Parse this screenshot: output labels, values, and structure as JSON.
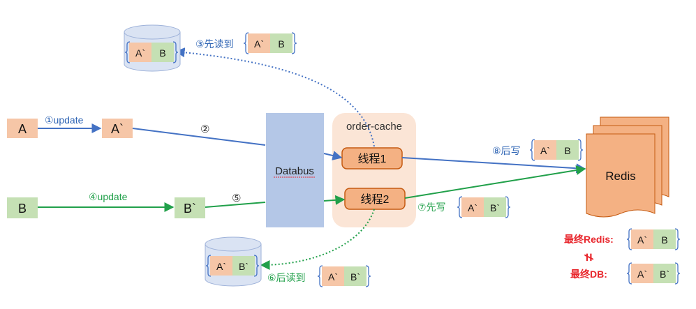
{
  "colors": {
    "blue": "#4472c4",
    "green": "#21a04a",
    "red": "#e8262c",
    "orange_fill": "#f6c6a7",
    "green_fill": "#c5e0b4",
    "databus_fill": "#b4c7e7",
    "order_cache_fill": "#fbe5d6",
    "thread_fill": "#f4b183",
    "thread_stroke": "#c55a11",
    "cylinder_fill": "#dae3f3",
    "redis_fill": "#f4b183"
  },
  "nodes": {
    "a": "A",
    "a_prime": "A`",
    "b": "B",
    "b_prime": "B`",
    "databus": "Databus",
    "order_cache": "order-cache",
    "thread1": "线程1",
    "thread2": "线程2",
    "redis": "Redis"
  },
  "steps": {
    "s1": "①update",
    "s2": "②",
    "s3": "③先读到",
    "s4": "④update",
    "s5": "⑤",
    "s6": "⑥后读到",
    "s7": "⑦先写",
    "s8": "⑧后写"
  },
  "cells": {
    "top_db": [
      "A`",
      "B"
    ],
    "read3": [
      "A`",
      "B"
    ],
    "write8": [
      "A`",
      "B"
    ],
    "write7": [
      "A`",
      "B`"
    ],
    "bottom_db": [
      "A`",
      "B`"
    ],
    "read6": [
      "A`",
      "B`"
    ],
    "final_redis": [
      "A`",
      "B"
    ],
    "final_db": [
      "A`",
      "B`"
    ]
  },
  "final": {
    "redis_label": "最终Redis:",
    "db_label": "最终DB:",
    "not_equal": "≠"
  }
}
